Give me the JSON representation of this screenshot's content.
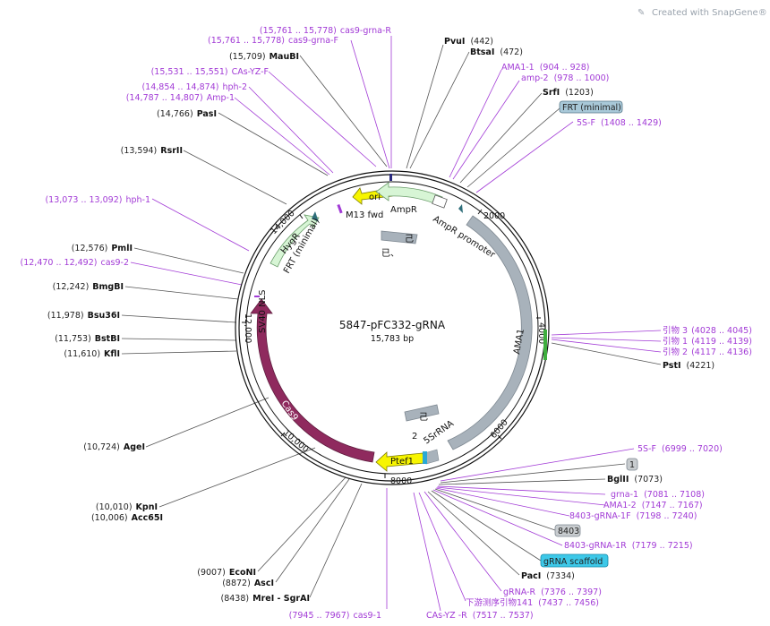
{
  "watermark": "Created with SnapGene®",
  "plasmid": {
    "name": "5847-pFC332-gRNA",
    "size": "15,783 bp",
    "length": 15783
  },
  "ticks": [
    "2000",
    "4000",
    "6000",
    "8000",
    "10,000",
    "12,000",
    "14,000"
  ],
  "features": [
    {
      "name": "ori",
      "label": "ori",
      "color": "#f7f500"
    },
    {
      "name": "ampr",
      "label": "AmpR",
      "color": "#d7f5d5"
    },
    {
      "name": "ampr-promoter",
      "label": "AmpR promoter",
      "color": "#ffffff"
    },
    {
      "name": "ama1",
      "label": "AMA1",
      "color": "#a8b2bb"
    },
    {
      "name": "5srrna",
      "label": "5SrRNA",
      "color": "#a8b2bb"
    },
    {
      "name": "ptef1",
      "label": "Ptef1",
      "color": "#f7f500"
    },
    {
      "name": "cas9",
      "label": "Cas9",
      "color": "#8f2a5e"
    },
    {
      "name": "sv40-nls",
      "label": "SV40 NLS",
      "color": "#8f2a5e"
    },
    {
      "name": "hygr",
      "label": "HygR",
      "color": "#d7f5d5"
    },
    {
      "name": "frt-minimal",
      "label": "FRT (minimal)",
      "color": "#2f6e7a"
    },
    {
      "name": "m13-fwd",
      "label": "M13 fwd",
      "color": "#a23bd6"
    }
  ],
  "inner_labels": {
    "ji1": "己",
    "ji2": "已、",
    "ji3": "己",
    "two": "2"
  },
  "left_labels": [
    {
      "name": "cas9-grna-r",
      "pos": "(15,761 .. 15,778)",
      "text": "cas9-grna-R",
      "type": "primer"
    },
    {
      "name": "cas9-grna-f",
      "pos": "(15,761 .. 15,778)",
      "text": "cas9-grna-F",
      "type": "primer"
    },
    {
      "name": "maubi",
      "pos": "(15,709)",
      "text": "MauBI",
      "type": "site"
    },
    {
      "name": "cas-yz-f",
      "pos": "(15,531 .. 15,551)",
      "text": "CAs-YZ-F",
      "type": "primer"
    },
    {
      "name": "hph-2",
      "pos": "(14,854 .. 14,874)",
      "text": "hph-2",
      "type": "primer"
    },
    {
      "name": "amp-1",
      "pos": "(14,787 .. 14,807)",
      "text": "Amp-1",
      "type": "primer"
    },
    {
      "name": "pasi",
      "pos": "(14,766)",
      "text": "PasI",
      "type": "site"
    },
    {
      "name": "rsrii",
      "pos": "(13,594)",
      "text": "RsrII",
      "type": "site"
    },
    {
      "name": "hph-1",
      "pos": "(13,073 .. 13,092)",
      "text": "hph-1",
      "type": "primer"
    },
    {
      "name": "pmli",
      "pos": "(12,576)",
      "text": "PmlI",
      "type": "site"
    },
    {
      "name": "cas9-2",
      "pos": "(12,470 .. 12,492)",
      "text": "cas9-2",
      "type": "primer"
    },
    {
      "name": "bmgbi",
      "pos": "(12,242)",
      "text": "BmgBI",
      "type": "site"
    },
    {
      "name": "bsu36i",
      "pos": "(11,978)",
      "text": "Bsu36I",
      "type": "site"
    },
    {
      "name": "bstbi",
      "pos": "(11,753)",
      "text": "BstBI",
      "type": "site"
    },
    {
      "name": "kfli",
      "pos": "(11,610)",
      "text": "KflI",
      "type": "site"
    },
    {
      "name": "agei",
      "pos": "(10,724)",
      "text": "AgeI",
      "type": "site"
    },
    {
      "name": "kpni",
      "pos": "(10,010)",
      "text": "KpnI",
      "type": "site"
    },
    {
      "name": "acc65i",
      "pos": "(10,006)",
      "text": "Acc65I",
      "type": "site"
    },
    {
      "name": "econi",
      "pos": "(9007)",
      "text": "EcoNI",
      "type": "site"
    },
    {
      "name": "asci",
      "pos": "(8872)",
      "text": "AscI",
      "type": "site"
    },
    {
      "name": "mrei-sgrai",
      "pos": "(8438)",
      "text": "MreI - SgrAI",
      "type": "site"
    },
    {
      "name": "cas9-1",
      "pos": "(7945 .. 7967)",
      "text": "cas9-1",
      "type": "primer"
    }
  ],
  "right_labels": [
    {
      "name": "pvui",
      "text": "PvuI",
      "pos": "(442)",
      "type": "site"
    },
    {
      "name": "btsai",
      "text": "BtsaI",
      "pos": "(472)",
      "type": "site"
    },
    {
      "name": "ama1-1",
      "text": "AMA1-1",
      "pos": "(904 .. 928)",
      "type": "primer"
    },
    {
      "name": "amp-2",
      "text": "amp-2",
      "pos": "(978 .. 1000)",
      "type": "primer"
    },
    {
      "name": "srfi",
      "text": "SrfI",
      "pos": "(1203)",
      "type": "site"
    },
    {
      "name": "frt-minimal-box",
      "text": "FRT (minimal)",
      "pos": "",
      "type": "box"
    },
    {
      "name": "5s-f-top",
      "text": "5S-F",
      "pos": "(1408 .. 1429)",
      "type": "primer"
    },
    {
      "name": "yinwu-3",
      "text": "引物 3",
      "pos": "(4028 .. 4045)",
      "type": "primer"
    },
    {
      "name": "yinwu-1",
      "text": "引物 1",
      "pos": "(4119 .. 4139)",
      "type": "primer"
    },
    {
      "name": "yinwu-2",
      "text": "引物 2",
      "pos": "(4117 .. 4136)",
      "type": "primer"
    },
    {
      "name": "psti",
      "text": "PstI",
      "pos": "(4221)",
      "type": "site"
    },
    {
      "name": "5s-f-bottom",
      "text": "5S-F",
      "pos": "(6999 .. 7020)",
      "type": "primer"
    },
    {
      "name": "box-1",
      "text": "1",
      "pos": "",
      "type": "box"
    },
    {
      "name": "bglii",
      "text": "BglII",
      "pos": "(7073)",
      "type": "site"
    },
    {
      "name": "grna-1",
      "text": "grna-1",
      "pos": "(7081 .. 7108)",
      "type": "primer"
    },
    {
      "name": "ama1-2",
      "text": "AMA1-2",
      "pos": "(7147 .. 7167)",
      "type": "primer"
    },
    {
      "name": "8403-grna-1f",
      "text": "8403-gRNA-1F",
      "pos": "(7198 .. 7240)",
      "type": "primer"
    },
    {
      "name": "box-8403",
      "text": "8403",
      "pos": "",
      "type": "box"
    },
    {
      "name": "8403-grna-1r",
      "text": "8403-gRNA-1R",
      "pos": "(7179 .. 7215)",
      "type": "primer"
    },
    {
      "name": "grna-scaffold",
      "text": "gRNA scaffold",
      "pos": "",
      "type": "box"
    },
    {
      "name": "paci",
      "text": "PacI",
      "pos": "(7334)",
      "type": "site"
    },
    {
      "name": "grna-r",
      "text": "gRNA-R",
      "pos": "(7376 .. 7397)",
      "type": "primer"
    },
    {
      "name": "xiayou-141",
      "text": "下游测序引物141",
      "pos": "(7437 .. 7456)",
      "type": "primer"
    },
    {
      "name": "cas-yz-r",
      "text": "CAs-YZ -R",
      "pos": "(7517 .. 7537)",
      "type": "primer"
    }
  ],
  "colors": {
    "site": "#111111",
    "primer": "#a23bd6",
    "backbone": "#111111",
    "grey": "#a8b2bb"
  }
}
